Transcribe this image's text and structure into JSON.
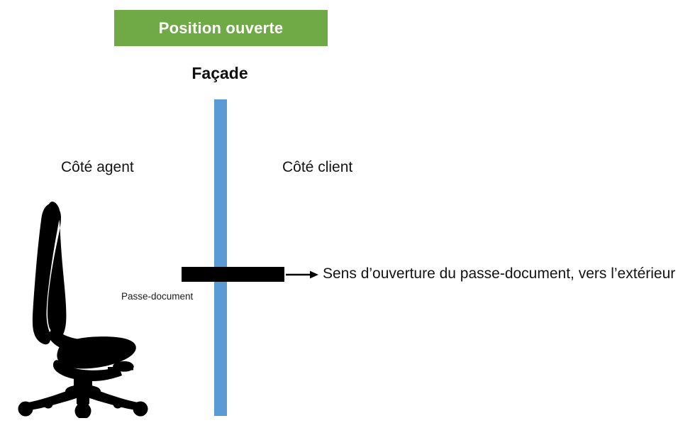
{
  "status_banner": {
    "label": "Position ouverte",
    "background_color": "#6FAA46",
    "text_color": "#FFFFFF"
  },
  "diagram": {
    "facade": {
      "title": "Façade",
      "wall_color": "#5B9BD5"
    },
    "zones": [
      {
        "id": "agent-side",
        "label": "Côté agent"
      },
      {
        "id": "client-side",
        "label": "Côté client"
      }
    ],
    "passe_document": {
      "label": "Passe-document",
      "bar_color": "#000000"
    },
    "direction": {
      "caption": "Sens d’ouverture du passe-document, vers l’extérieur",
      "arrow_icon": "arrow-right-icon"
    },
    "furniture": {
      "chair_icon": "office-chair-icon",
      "chair_color": "#000000"
    }
  }
}
